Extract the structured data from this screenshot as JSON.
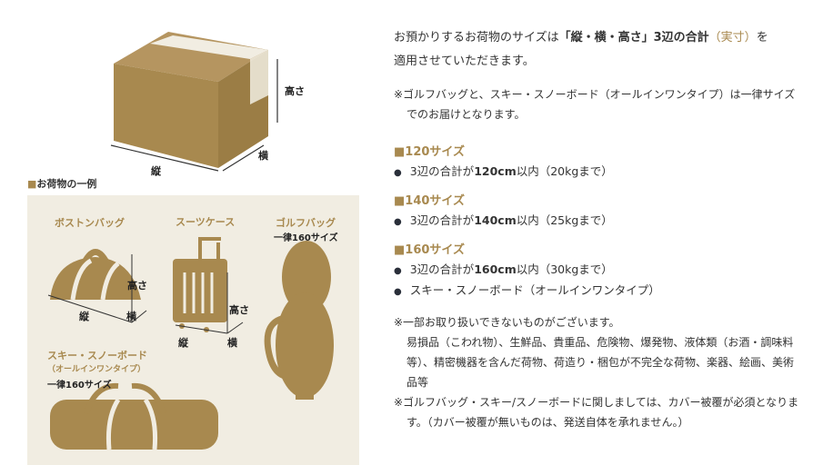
{
  "box_figure": {
    "height": "高さ",
    "width": "横",
    "length": "縦"
  },
  "examples": {
    "title": "お荷物の一例",
    "boston": {
      "name": "ボストンバッグ",
      "height": "高さ",
      "length": "縦",
      "width": "横"
    },
    "suitcase": {
      "name": "スーツケース",
      "height": "高さ",
      "length": "縦",
      "width": "横"
    },
    "golf": {
      "name": "ゴルフバッグ",
      "size": "一律160サイズ"
    },
    "ski": {
      "name": "スキー・スノーボード",
      "sub": "（オールインワンタイプ）",
      "size": "一律160サイズ"
    }
  },
  "intro": {
    "pre": "お預かりするお荷物のサイズは",
    "bold": "「縦・横・高さ」3辺の合計",
    "accent": "（実寸）",
    "post": "を",
    "line2": "適用させていただきます。"
  },
  "note1": {
    "line1": "※ゴルフバッグと、スキー・スノーボード（オールインワンタイプ）は一律サイズ",
    "line2": "でのお届けとなります。"
  },
  "sizes": [
    {
      "title": "■120サイズ",
      "pre": "3辺の合計が",
      "bold": "120cm",
      "post": "以内（20kgまで）"
    },
    {
      "title": "■140サイズ",
      "pre": "3辺の合計が",
      "bold": "140cm",
      "post": "以内（25kgまで）"
    },
    {
      "title": "■160サイズ",
      "pre": "3辺の合計が",
      "bold": "160cm",
      "post": "以内（30kgまで）",
      "extra": "スキー・スノーボード（オールインワンタイプ）"
    }
  ],
  "notes2": {
    "n1": "※一部お取り扱いできないものがございます。",
    "n1a": "易損品（こわれ物）、生鮮品、貴重品、危険物、爆発物、液体類（お酒・調味料",
    "n1b": "等）、精密機器を含んだ荷物、荷造り・梱包が不完全な荷物、楽器、絵画、美術",
    "n1c": "品等",
    "n2": "※ゴルフバッグ・スキー/スノーボードに関しましては、カバー被覆が必須となりま",
    "n2b": "す。（カバー被覆が無いものは、発送自体を承れません。）"
  },
  "colors": {
    "accent": "#a8894f",
    "panel": "#f1ede2"
  }
}
